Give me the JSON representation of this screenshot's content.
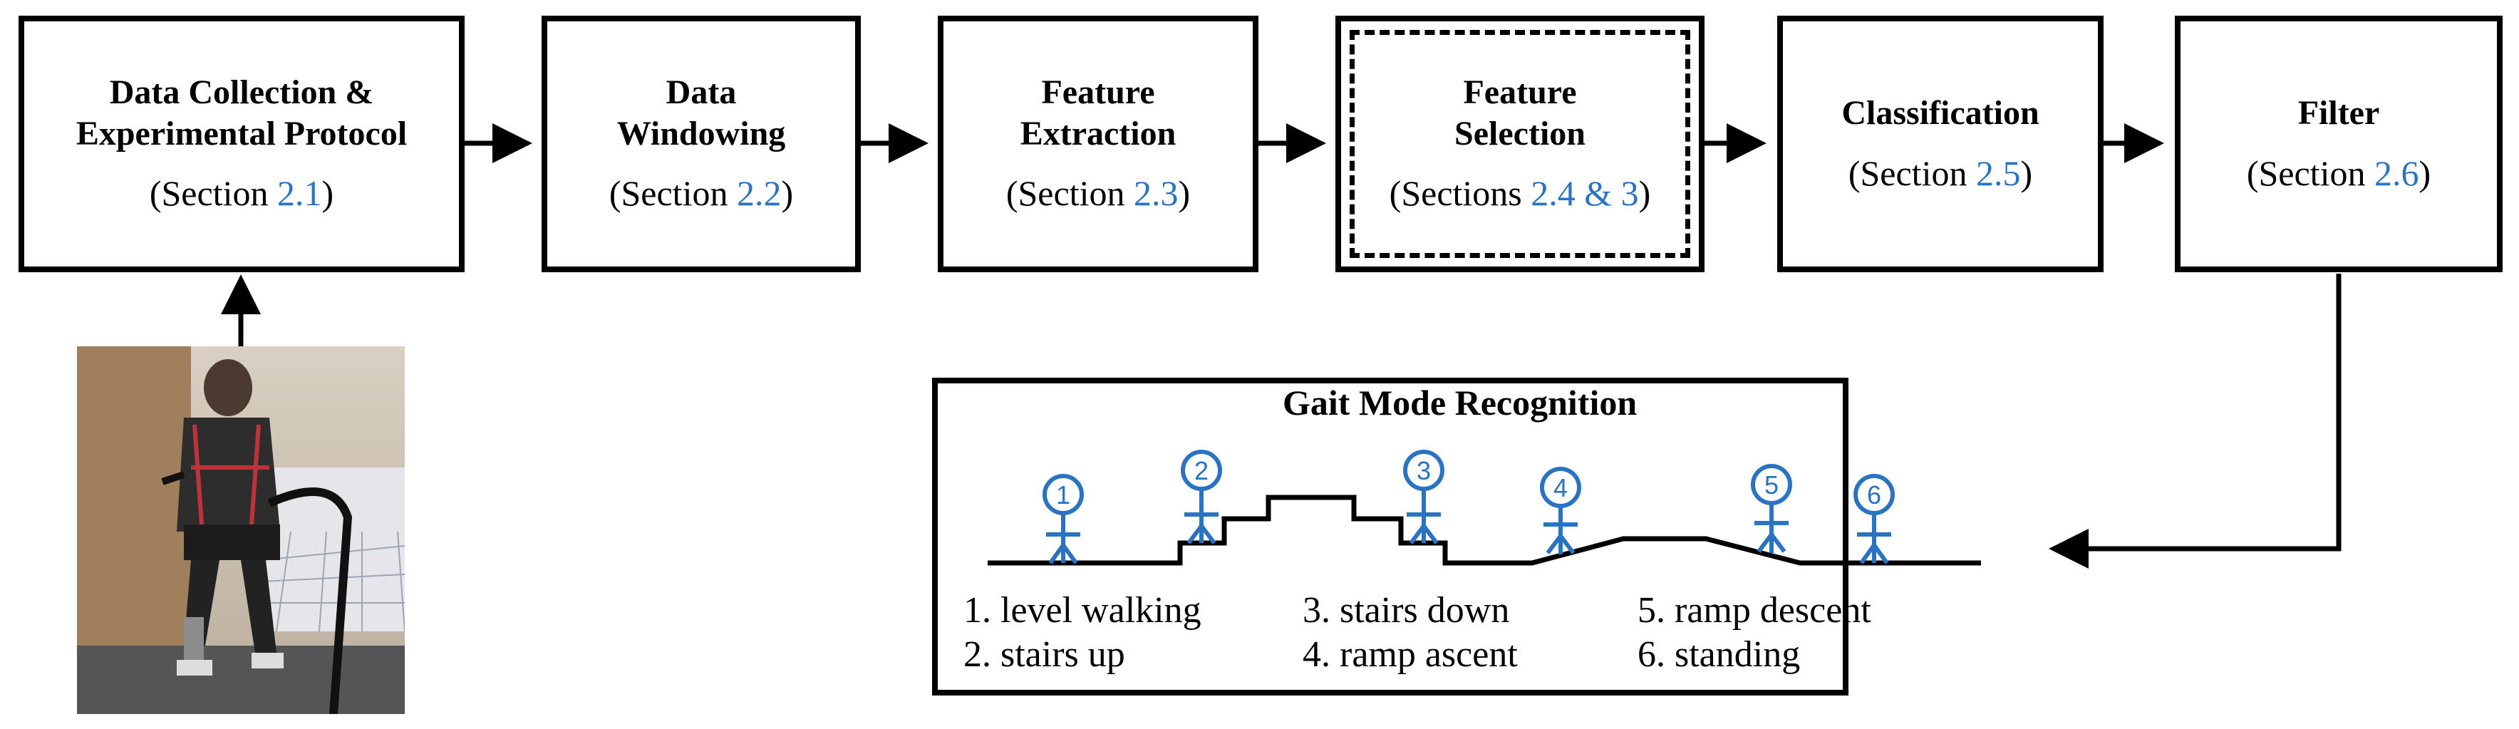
{
  "pipeline": [
    {
      "id": "data-collection",
      "title_lines": [
        "Data Collection &",
        "Experimental Protocol"
      ],
      "section_prefix": "(Section ",
      "section_num": "2.1",
      "section_suffix": ")"
    },
    {
      "id": "data-windowing",
      "title_lines": [
        "Data",
        "Windowing"
      ],
      "section_prefix": "(Section ",
      "section_num": "2.2",
      "section_suffix": ")"
    },
    {
      "id": "feature-extraction",
      "title_lines": [
        "Feature",
        "Extraction"
      ],
      "section_prefix": "(Section ",
      "section_num": "2.3",
      "section_suffix": ")"
    },
    {
      "id": "feature-selection",
      "title_lines": [
        "Feature",
        "Selection"
      ],
      "section_prefix": "(Sections ",
      "section_num": "2.4 & 3",
      "section_suffix": ")"
    },
    {
      "id": "classification",
      "title_lines": [
        "Classification"
      ],
      "section_prefix": "(Section ",
      "section_num": "2.5",
      "section_suffix": ")"
    },
    {
      "id": "filter",
      "title_lines": [
        "Filter"
      ],
      "section_prefix": "(Section ",
      "section_num": "2.6",
      "section_suffix": ")"
    }
  ],
  "gait": {
    "title": "Gait Mode Recognition",
    "markers": [
      "1",
      "2",
      "3",
      "4",
      "5",
      "6"
    ],
    "legend": [
      "1. level walking",
      "2. stairs up",
      "3. stairs down",
      "4. ramp ascent",
      "5. ramp descent",
      "6. standing"
    ]
  },
  "colors": {
    "accent_blue": "#2a73c2",
    "line": "#000000"
  }
}
